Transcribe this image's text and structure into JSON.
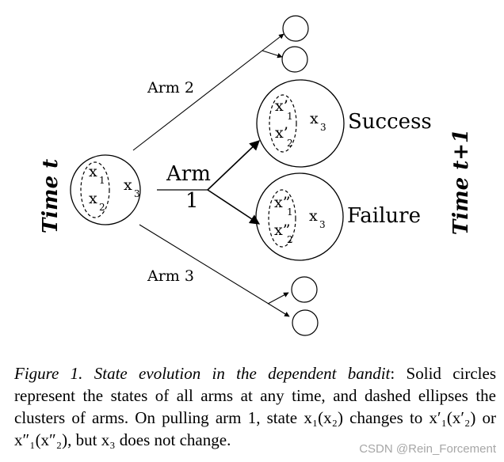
{
  "diagram": {
    "time_left": "Time t",
    "time_right": "Time t+1",
    "arm2_label": "Arm 2",
    "arm3_label": "Arm 3",
    "arm1_label_top": "Arm",
    "arm1_label_bottom": "1",
    "success_label": "Success",
    "failure_label": "Failure",
    "source_state": {
      "x1": "x",
      "x1_sub": "1",
      "x2": "x",
      "x2_sub": "2",
      "x3": "x",
      "x3_sub": "3"
    },
    "success_state": {
      "x1": "x’",
      "x1_sub": "1",
      "x2": "x’",
      "x2_sub": "2",
      "x3": "x",
      "x3_sub": "3"
    },
    "failure_state": {
      "x1": "x”",
      "x1_sub": "1",
      "x2": "x”",
      "x2_sub": "2",
      "x3": "x",
      "x3_sub": "3"
    }
  },
  "caption": {
    "label": "Figure 1. State evolution in the dependent bandit",
    "text": ": Solid circles represent the states of all arms at any time, and dashed ellipses the clusters of arms. On pulling arm 1, state x₁(x₂) changes to x′₁(x′₂) or x″₁(x″₂), but x₃ does not change."
  },
  "watermark": "CSDN @Rein_Forcement"
}
